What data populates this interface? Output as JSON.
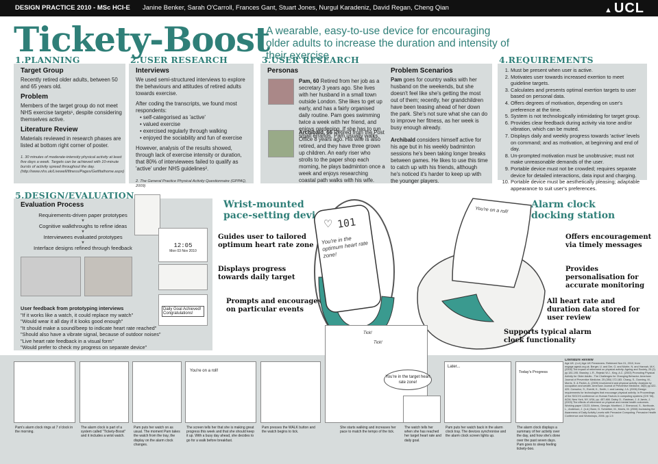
{
  "header": {
    "title": "DESIGN PRACTICE 2010 - MSc HCI-E",
    "authors": "Janine Benker, Sarah O'Carroll, Frances Gant, Stuart Jones, Nurgul Karadeniz, David Regan, Cheng Qian",
    "logo": "UCL"
  },
  "title": "Tickety-Boost",
  "subtitle": "A wearable, easy-to-use device for encouraging older adults to increase the duration and intensity of their exercise",
  "sections": {
    "planning": {
      "heading": "1.PLANNING",
      "target_h": "Target Group",
      "target": "Recently retired older adults, between 50 and 65 years old.",
      "problem_h": "Problem",
      "problem": "Members of the target group do not meet NHS exercise targets¹, despite considering themselves active.",
      "lit_h": "Literature Review",
      "lit": "Materials reviewed in research phases are listed at bottom right corner of poster.",
      "footnote": "1. 30 minutes of moderate-intensity physical activity at least five days a week. Targets can be achieved with 10-minute bursts of activity spread throughout the day. (http://www.nhs.uk/Livewell/fitness/Pages/Getfitathome.aspx)"
    },
    "research1": {
      "heading": "2.USER RESEARCH",
      "h": "Interviews",
      "p1": "We used semi-structured interviews to explore the behaviours and attitudes of retired adults towards exercise.",
      "p2": "After coding the transcripts, we found most respondents:",
      "items": [
        "self-categorised as 'active'",
        "valued exercise",
        "exercised regularly through walking",
        "enjoyed the sociability and fun of exercise"
      ],
      "p3": "However, analysis of the results showed, through lack of exercise intensity or duration, that 80% of interviewees failed to qualify as 'active' under NHS guidelines².",
      "footnote": "2. The General Practice Physical Activity Questionnaire (GPPAQ, 2009)"
    },
    "research2": {
      "heading": "3.USER RESEARCH",
      "personas_h": "Personas",
      "pam_name": "Pam, 60",
      "pam": "Retired from her job as a secretary 3 years ago. She lives with her husband in a small town outside London. She likes to get up early, and has a fairly organised daily routine. Pam goes swimming twice a week with her friend, and enjoys gardening. If she has to run small errands, Pam usually walks.",
      "arch_name": "Archibald, 66",
      "arch": "Retired from the Post Office 8 years ago. His wife is also retired, and they have three grown up children. An early riser who strolls to the paper shop each morning, he plays badminton once a week and enjoys researching coastal path walks with his wife.",
      "scen_h": "Problem Scenarios",
      "scen_pam_name": "Pam",
      "scen_pam": "goes for country walks with her husband on the weekends, but she doesn't feel like she's getting the most out of them; recently, her grandchildren have been teasing ahead of her down the park. She's not sure what she can do to improve her fitness, as her week is busy enough already.",
      "scen_arch_name": "Archibald",
      "scen_arch": "considers himself active for his age but in his weekly badminton sessions he's been taking longer breaks between games. He likes to use this time to catch up with his friends, although he's noticed it's harder to keep up with the younger players."
    },
    "requirements": {
      "heading": "4.REQUIREMENTS",
      "items": [
        "Must be present when user is active.",
        "Motivates user towards increased exertion to meet guideline targets.",
        "Calculates and presents optimal exertion targets to user based on personal data.",
        "Offers degrees of motivation, depending on user's preference at the time.",
        "System is not technologically intimidating for target group.",
        "Provides clear feedback during activity via tone and/or vibration, which can be muted.",
        "Displays daily and weekly progress towards 'active' levels on command; and as motivation, at beginning and end of day.",
        "Un-prompted motivation must be unobtrusive; must not make unreasonable demands of the user.",
        "Portable device must not be crowded; requires separate device for detailed interactions, data input and charging.",
        "Portable device must be aesthetically pleasing; adaptable appearance to suit user's preferences."
      ]
    },
    "design": {
      "heading": "5.DESIGN/EVALUATION",
      "h": "Evaluation Process",
      "steps": [
        "Requirements-driven paper prototypes",
        "Cognitive walkthroughs to refine ideas",
        "Interviewees evaluated prototypes",
        "Interface designs refined through feedback"
      ],
      "feedback_h": "User feedback from prototyping interviews",
      "feedback": [
        "\"If it works like a watch, it could replace my watch\"",
        "\"Would wear it all day if it looks good enough\"",
        "\"It should make a sound/beep to indicate heart rate reached\"",
        "\"Should also have a vibrate signal, because of outdoor noises\"",
        "\"Live heart rate feedback in a visual form\"",
        "\"Would prefer to check my progress on separate device\""
      ],
      "screen1": {
        "top": "12:05",
        "bottom": "Mon 03 Nov 2010"
      },
      "screen2": "Daily Goal Achieved! Congratulations!"
    }
  },
  "device": {
    "wrist_title": "Wrist-mounted pace-setting device",
    "w1": "Guides user to tailored optimum heart rate zone",
    "w2": "Displays progress towards daily target",
    "w3": "Prompts and encourages on particular events",
    "watch_text": "You're in the optimum heart rate zone!",
    "watch_num": "101",
    "alarm_title": "Alarm clock docking station",
    "a1": "Offers encouragement via timely messages",
    "a2": "Provides personalisation for accurate monitoring",
    "a3": "All heart rate and duration data stored for user review",
    "a4": "Supports typical alarm clock functionality",
    "dock_text": "You're on a roll!"
  },
  "storyboard": {
    "bubble": "You're in the target heart rate zone!",
    "later": "Later...",
    "tick": "Tick!",
    "captions": [
      "Pam's alarm clock rings at 7 o'clock in the morning.",
      "The alarm clock is part of a system called \"Tickety-Boost\" and it includes a wrist watch.",
      "Pam puts her watch on as usual. The moment Pam takes the watch from the tray, the display on the alarm clock changes.",
      "The screen tells her that she is making great progress this week and that she should keep it up. With a busy day ahead, she decides to go for a walk before breakfast.",
      "Pam presses the WALK button and the watch begins to tick.",
      "She starts walking and increases her pace to match the tempo of the tick.",
      "The watch tells her when she has reached her target heart rate and daily goal.",
      "Pam puts her watch back in the alarm clock tray. The devices synchronise and the alarm clock screen lights up.",
      "The alarm clock displays a summary of her activity over the day, and how she's done over the past seven days. Pam goes to sleep feeling tickety-boo."
    ],
    "screen_a": "You're on a roll!",
    "screen_b": "Today's Progress",
    "refs_h": "Literature Review",
    "refs": "Age UK. (n.d.) Age UK Pensioners. Retrieved Nov 01, 2010, from engage.ageuk.org.uk. Berger, U. and Der, G. and Mutrie, N. and Hannah, M.K. (2005) The impact of retirement on physical activity. Ageing and Society, 25 (2). pp.181-195. Brawley, L.R., Rejeski W.J., King, A.C. (2003) Promoting Physical Activity for Older Adults - The Challenges for Changing Behavior. American Journal of Preventive Medicine, 25 (3Sii) 172-183. Chang, S., Dunning, M., Morris, S. & Parkin, A. (2009) Involvement and physical activity: Analysis by occupation and wealth. American Journal of Preventive Medicine, 36(5) pp.422-429. Consolvo, S., Everitt, K., Smith, I. and Landay, J.A. (2006) Design requirements for technologies that encourage physical activity. In Proceedings of the SIGCHI conference on Human Factors in computing systems (CHI '06), ACM, New York, NY, USA, pp. 457-466. Daley, D., Eastman, J. & Jarvis, J. (2003) The effects of retirement on physical and mental health outcomes. Working paper 13123. Athens, Georgia. Montford, J. Sherwood, S., Northcote, L., Anderson, J. (n.d.) Bunn, D. Schreiber, M., Morris, M. (2006) Increasing the Awareness of Daily Activity Levels with Pervasive Computing. Pervasive Health Conference and Workshops, 2006. pp.1-9."
  }
}
